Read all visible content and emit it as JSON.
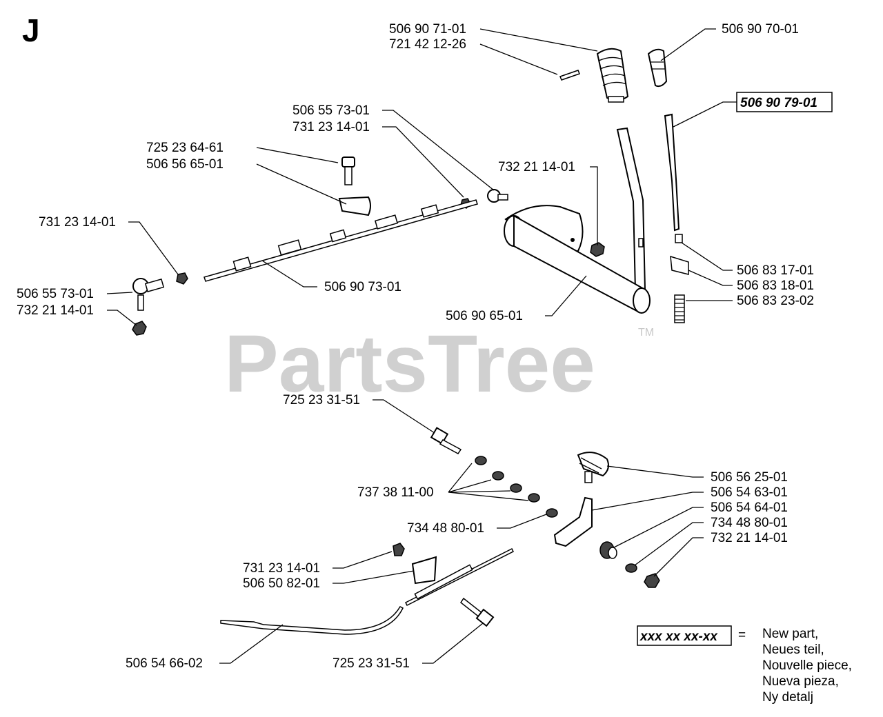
{
  "section_letter": "J",
  "watermark": "PartsTree",
  "trademark": "TM",
  "part_labels": {
    "top_grip": "506 90 71-01",
    "top_pin": "721 42 12-26",
    "right_grip": "506 90 70-01",
    "right_rod_new": "506 90 79-01",
    "ball_joint_upper": "506 55 73-01",
    "nut_upper": "731 23 14-01",
    "bolt_clamp": "725 23 64-61",
    "clamp": "506 56 65-01",
    "nut_shaft": "732 21 14-01",
    "nut_left": "731 23 14-01",
    "ball_joint_left": "506 55 73-01",
    "locknut_left": "732 21 14-01",
    "rod_link": "506 90 73-01",
    "lever_shaft": "506 90 65-01",
    "spacer_r1": "506 83 17-01",
    "plate_r2": "506 83 18-01",
    "spring_r3": "506 83 23-02",
    "bolt_lower": "725 23 31-51",
    "washers": "737 38 11-00",
    "knob_lower": "506 56 25-01",
    "bracket_lower": "506 54 63-01",
    "bushing_lower": "506 54 64-01",
    "washer_mid": "734 48 80-01",
    "washer_right": "734 48 80-01",
    "nut_lower_right": "732 21 14-01",
    "nut_bracket": "731 23 14-01",
    "bracket_small": "506 50 82-01",
    "rod_lower": "506 54 66-02",
    "bolt_bottom": "725 23 31-51"
  },
  "legend": {
    "sample": "xxx xx xx-xx",
    "equals": "=",
    "lines": [
      "New part,",
      "Neues teil,",
      "Nouvelle piece,",
      "Nueva pieza,",
      "Ny detalj"
    ]
  }
}
